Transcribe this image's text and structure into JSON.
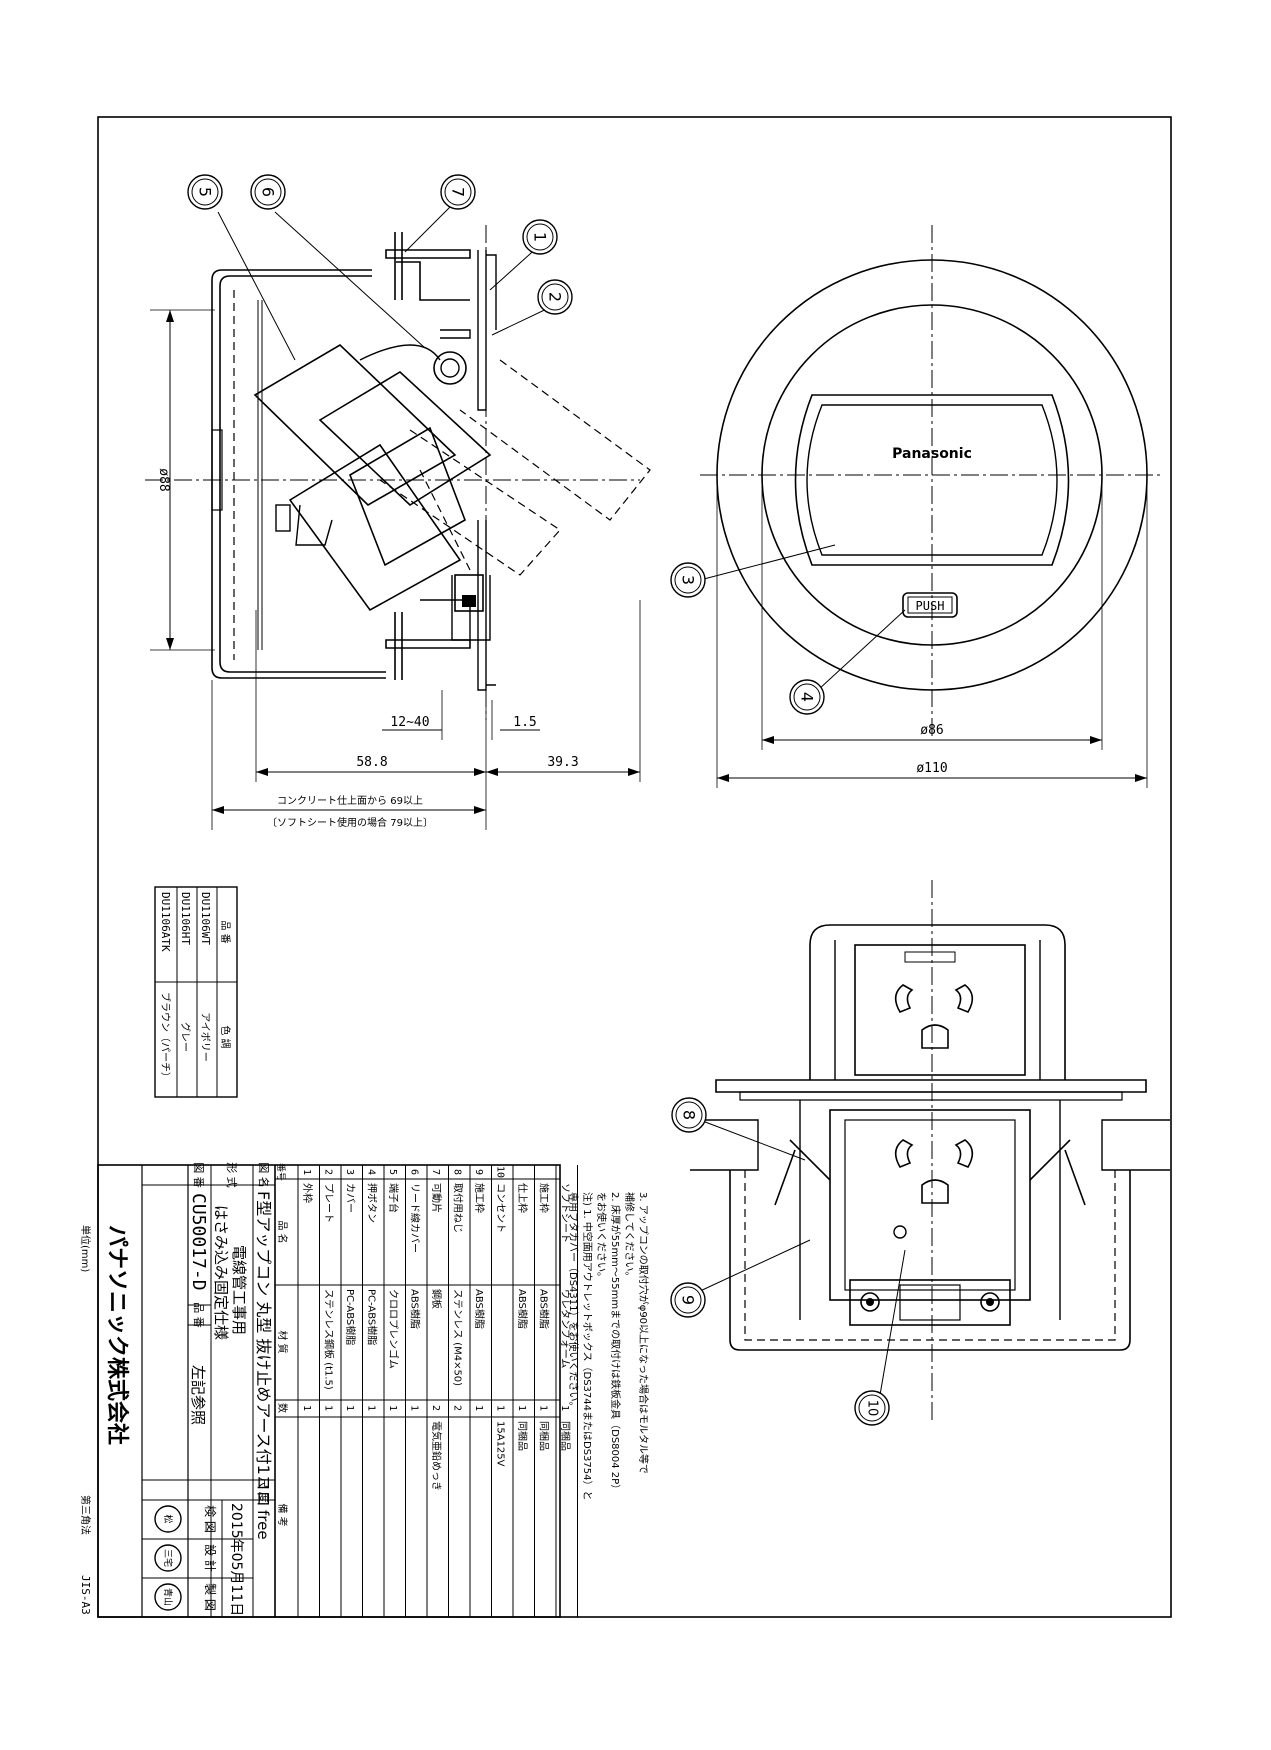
{
  "balloons": [
    "1",
    "2",
    "3",
    "4",
    "5",
    "6",
    "7",
    "8",
    "9",
    "10"
  ],
  "logo_text": "Panasonic",
  "push_label": "PUSH",
  "dims": {
    "d88": "ø88",
    "d86": "ø86",
    "d110": "ø110",
    "r12_40": "12~40",
    "t1_5": "1.5",
    "w58_8": "58.8",
    "w39_3": "39.3",
    "note1": "コンクリート仕上面から 69以上",
    "note2": "〔ソフトシート使用の場合 79以上〕"
  },
  "variants": {
    "header_part": "品 番",
    "header_color": "色 調",
    "rows": [
      {
        "part": "DU1106WT",
        "color": "アイボリー"
      },
      {
        "part": "DU1106HT",
        "color": "グレー"
      },
      {
        "part": "DU1106ATK",
        "color": "ブラウン（パーチ）"
      }
    ]
  },
  "notes": [
    "3. アップコンの取付穴がφ90以上になった場合はモルタル等で",
    "   補修してください。",
    "2. 床厚が55mm～55mmまでの取付けは鉄板金具（DS8004 2P）",
    "   をお使いください。",
    "注) 1. 中空面用アウトレットボックス（DS3744またはDS3754）と",
    "   専用フタカバー（DS4311）をお使いください。"
  ],
  "parts_header": {
    "no": "番号",
    "name": "品 名",
    "material": "材 質",
    "qty": "数",
    "remark": "備 考"
  },
  "parts": [
    {
      "no": "",
      "name": "ソフトシート",
      "material": "ウレタンフォーム",
      "qty": "1",
      "remark": "同梱品"
    },
    {
      "no": "",
      "name": "施工枠",
      "material": "ABS樹脂",
      "qty": "1",
      "remark": "同梱品"
    },
    {
      "no": "",
      "name": "仕上枠",
      "material": "ABS樹脂",
      "qty": "1",
      "remark": "同梱品"
    },
    {
      "no": "10",
      "name": "コンセント",
      "material": "",
      "qty": "1",
      "remark": "15A125V"
    },
    {
      "no": "9",
      "name": "施工枠",
      "material": "ABS樹脂",
      "qty": "1",
      "remark": ""
    },
    {
      "no": "8",
      "name": "取付用ねじ",
      "material": "ステンレス (M4×50)",
      "qty": "2",
      "remark": ""
    },
    {
      "no": "7",
      "name": "可動片",
      "material": "鋼板",
      "qty": "2",
      "remark": "電気亜鉛めっき"
    },
    {
      "no": "6",
      "name": "リード線カバー",
      "material": "ABS樹脂",
      "qty": "1",
      "remark": ""
    },
    {
      "no": "5",
      "name": "端子台",
      "material": "クロロプレンゴム",
      "qty": "1",
      "remark": ""
    },
    {
      "no": "4",
      "name": "押ボタン",
      "material": "PC-ABS樹脂",
      "qty": "1",
      "remark": ""
    },
    {
      "no": "3",
      "name": "カバー",
      "material": "PC-ABS樹脂",
      "qty": "1",
      "remark": ""
    },
    {
      "no": "2",
      "name": "プレート",
      "material": "ステンレス鋼板 (t1.5)",
      "qty": "1",
      "remark": ""
    },
    {
      "no": "1",
      "name": "外枠",
      "material": "",
      "qty": "1",
      "remark": ""
    }
  ],
  "title_block": {
    "zu_label": "図 名",
    "title": "F型アップコン 丸型 抜け止めアース付1コロ",
    "keishiki_label": "形 式",
    "type_line1": "電線管工事用",
    "type_line2": "はさみ込み固定仕様",
    "zuban_label": "図 番",
    "drawing_no": "CU50017-D",
    "hinban_label": "品 番",
    "part_ref": "左記参照",
    "scale_label": "尺 度",
    "scale": "free",
    "date": "2015年05月11日",
    "role_check": "検 図",
    "role_design": "設 計",
    "role_draw": "製 図",
    "stamp1": "松",
    "stamp2": "三宅",
    "stamp3": "青山",
    "company": "パナソニック株式会社",
    "unit": "単位(mm)",
    "projection": "第三角法",
    "sheet": "JIS-A3"
  }
}
